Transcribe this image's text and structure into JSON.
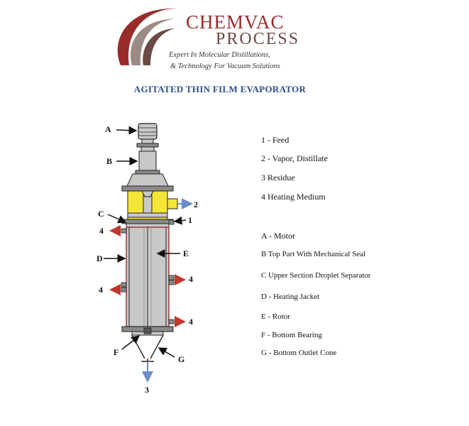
{
  "brand": {
    "name_line1": "CHEMVAC",
    "name_line2": "PROCESS",
    "tagline_line1": "Expert In Molecular Distillations,",
    "tagline_line2": "& Technology For Vacuum Solutions"
  },
  "title": "AGITATED THIN FILM EVAPORATOR",
  "diagram_labels": {
    "A": "A",
    "B": "B",
    "C": "C",
    "D": "D",
    "E": "E",
    "F": "F",
    "G": "G",
    "n1": "1",
    "n2": "2",
    "n3": "3",
    "n4a": "4",
    "n4b": "4",
    "n4c": "4",
    "n4d": "4"
  },
  "streams_legend": [
    "1 - Feed",
    "2 - Vapor, Distillate",
    "3    Residue",
    "4    Heating Medium"
  ],
  "parts_legend": [
    "A - Motor",
    "B   Top Part With Mechanical Seal",
    "C   Upper Section Droplet Separator",
    "D - Heating Jacket",
    "E - Rotor",
    "F - Bottom Bearing",
    "G - Bottom Outlet Cone"
  ],
  "colors": {
    "shell": "#c8c8c8",
    "separator": "#f5e536",
    "jacket_line": "#a03030",
    "stream_arrow": "#6a8fc8",
    "heating_arrow": "#c0392b",
    "brand_red": "#9a2b2b",
    "title_blue": "#2e4e8e"
  }
}
